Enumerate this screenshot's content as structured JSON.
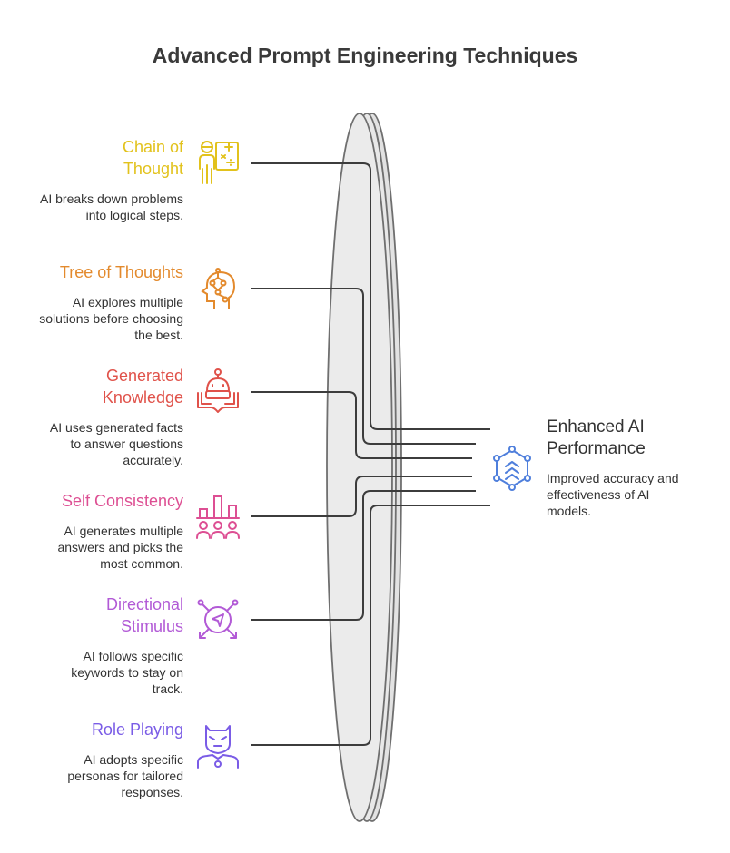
{
  "title": "Advanced Prompt Engineering Techniques",
  "techniques": [
    {
      "name": "Chain of Thought",
      "description": "AI breaks down problems into logical steps.",
      "color": "#e2c21c",
      "icon": "person-math-icon"
    },
    {
      "name": "Tree of Thoughts",
      "description": "AI explores multiple solutions before choosing the best.",
      "color": "#e38a2d",
      "icon": "head-circuit-icon"
    },
    {
      "name": "Generated Knowledge",
      "description": "AI uses generated facts to answer questions accurately.",
      "color": "#e0524a",
      "icon": "robot-book-icon"
    },
    {
      "name": "Self Consistency",
      "description": "AI generates multiple answers and picks the most common.",
      "color": "#dd4f93",
      "icon": "people-chart-icon"
    },
    {
      "name": "Directional Stimulus",
      "description": "AI follows specific keywords to stay on track.",
      "color": "#b25ad6",
      "icon": "compass-arrows-icon"
    },
    {
      "name": "Role Playing",
      "description": "AI adopts specific personas for tailored responses.",
      "color": "#7a5ce6",
      "icon": "masked-hero-icon"
    }
  ],
  "outcome": {
    "title": "Enhanced AI Performance",
    "description": "Improved accuracy and effectiveness of AI models.",
    "color": "#4f7fdc",
    "icon": "network-chevrons-icon"
  }
}
